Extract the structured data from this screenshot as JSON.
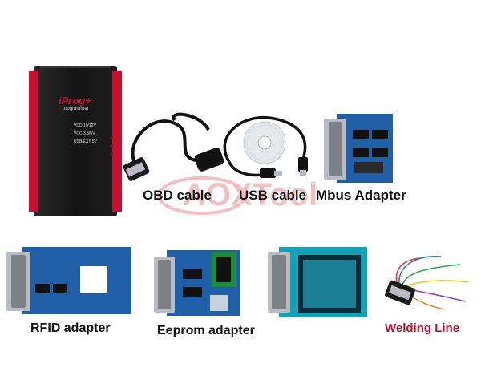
{
  "products": {
    "device": {
      "brand": "iProg+",
      "sub": "programmer",
      "leds": [
        "VDD 10/12V",
        "VCC 3.3/5V",
        "USB/EXT 5V"
      ]
    },
    "obd_cable": {
      "label": "OBD cable"
    },
    "usb_cable": {
      "label": "USB cable"
    },
    "mbus_adapter": {
      "label": "Mbus Adapter"
    },
    "rfid_adapter": {
      "label": "RFID adapter"
    },
    "eeprom_adapter": {
      "label": "Eeprom adapter"
    },
    "welding_line": {
      "label": "Welding Line",
      "label_color": "#c8102e"
    }
  },
  "watermark": {
    "text": "AOXTool",
    "color": "#d42027"
  },
  "colors": {
    "device_red": "#c8102e",
    "pcb_blue": "#1f5fa8",
    "cable_black": "#111111",
    "connector_silver": "#b8bcc2"
  }
}
